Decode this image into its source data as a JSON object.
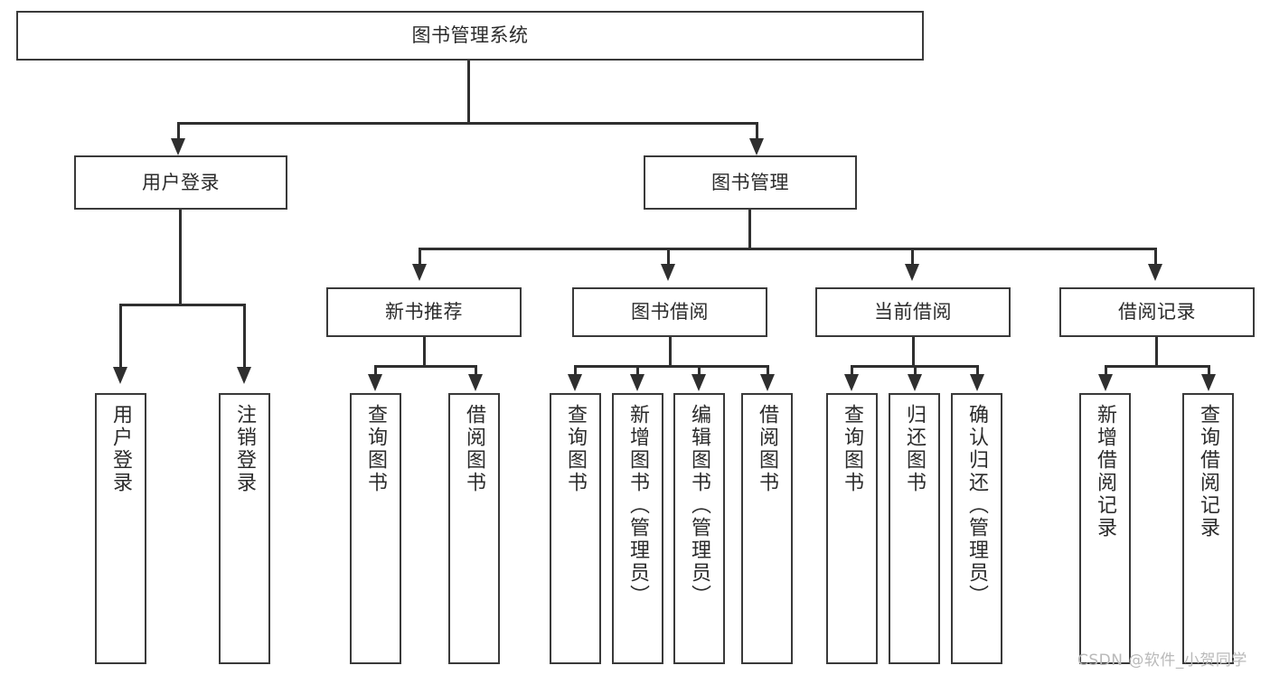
{
  "diagram": {
    "title": "图书管理系统",
    "type": "tree",
    "watermark": "CSDN @软件_小贺同学",
    "colors": {
      "box_border": "#3a3a3a",
      "line": "#2f2f2f",
      "text": "#2b2b2b",
      "background": "#ffffff",
      "watermark": "#b9b9b9"
    },
    "nodes": {
      "root": {
        "label": "图书管理系统"
      },
      "level1": [
        {
          "label": "用户登录"
        },
        {
          "label": "图书管理"
        }
      ],
      "level2": [
        {
          "label": "新书推荐"
        },
        {
          "label": "图书借阅"
        },
        {
          "label": "当前借阅"
        },
        {
          "label": "借阅记录"
        }
      ],
      "leaves": {
        "user_login": [
          {
            "label": "用户登录"
          },
          {
            "label": "注销登录"
          }
        ],
        "new_book_recommend": [
          {
            "label": "查询图书"
          },
          {
            "label": "借阅图书"
          }
        ],
        "book_borrow": [
          {
            "label": "查询图书"
          },
          {
            "label": "新增图书（管理员）"
          },
          {
            "label": "编辑图书（管理员）"
          },
          {
            "label": "借阅图书"
          }
        ],
        "current_borrow": [
          {
            "label": "查询图书"
          },
          {
            "label": "归还图书"
          },
          {
            "label": "确认归还（管理员）"
          }
        ],
        "borrow_record": [
          {
            "label": "新增借阅记录"
          },
          {
            "label": "查询借阅记录"
          }
        ]
      }
    }
  }
}
